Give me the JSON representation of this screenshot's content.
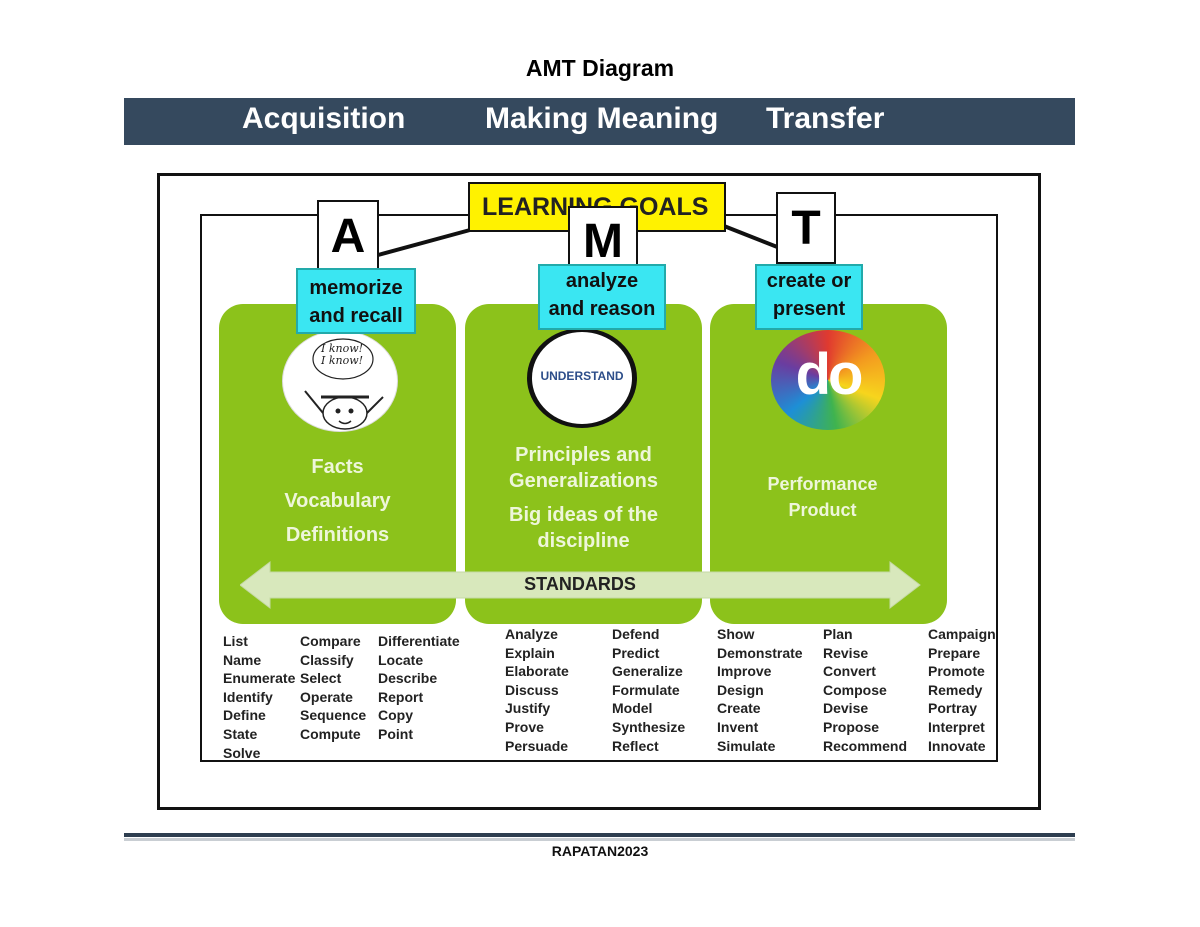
{
  "title": "AMT Diagram",
  "header": {
    "acquisition": "Acquisition",
    "making_meaning": "Making Meaning",
    "transfer": "Transfer"
  },
  "learning_goals": "LEARNING GOALS",
  "letters": {
    "a": "A",
    "m": "M",
    "t": "T"
  },
  "goals": {
    "a": {
      "line1": "memorize",
      "line2": "and recall"
    },
    "m": {
      "line1": "analyze",
      "line2": "and reason"
    },
    "t": {
      "line1": "create or",
      "line2": "present"
    }
  },
  "panels": {
    "acquisition": {
      "bubble": "I know! I know!",
      "lines": [
        "Facts",
        "Vocabulary",
        "Definitions"
      ]
    },
    "meaning": {
      "badge": "UNDERSTAND",
      "lines": [
        "Principles and",
        "Generalizations",
        "Big ideas of the",
        "discipline"
      ]
    },
    "transfer": {
      "badge": "do",
      "lines": [
        "Performance",
        "Product"
      ]
    }
  },
  "standards": "STANDARDS",
  "verbs": {
    "col1": [
      "List",
      "Name",
      "Enumerate",
      "Identify",
      "Define",
      "State",
      "Solve"
    ],
    "col2": [
      "Compare",
      "Classify",
      "Select",
      "Operate",
      "Sequence",
      "Compute"
    ],
    "col3": [
      "Differentiate",
      "Locate",
      "Describe",
      "Report",
      "Copy",
      "Point"
    ],
    "col4": [
      "Analyze",
      "Explain",
      "Elaborate",
      "Discuss",
      "Justify",
      "Prove",
      "Persuade"
    ],
    "col5": [
      "Defend",
      "Predict",
      "Generalize",
      "Formulate",
      "Model",
      "Synthesize",
      "Reflect"
    ],
    "col6": [
      "Show",
      "Demonstrate",
      "Improve",
      "Design",
      "Create",
      "Invent",
      "Simulate"
    ],
    "col7": [
      "Plan",
      "Revise",
      "Convert",
      "Compose",
      "Devise",
      "Propose",
      "Recommend"
    ],
    "col8": [
      "Campaign",
      "Prepare",
      "Promote",
      "Remedy",
      "Portray",
      "Interpret",
      "Innovate"
    ]
  },
  "footer": "RAPATAN2023",
  "colors": {
    "header_bar": "#35495e",
    "panel_green": "#8cc21b",
    "goals_yellow": "#fff200",
    "cyan_label": "#3ae6f2",
    "arrow": "#d8e8bc"
  }
}
